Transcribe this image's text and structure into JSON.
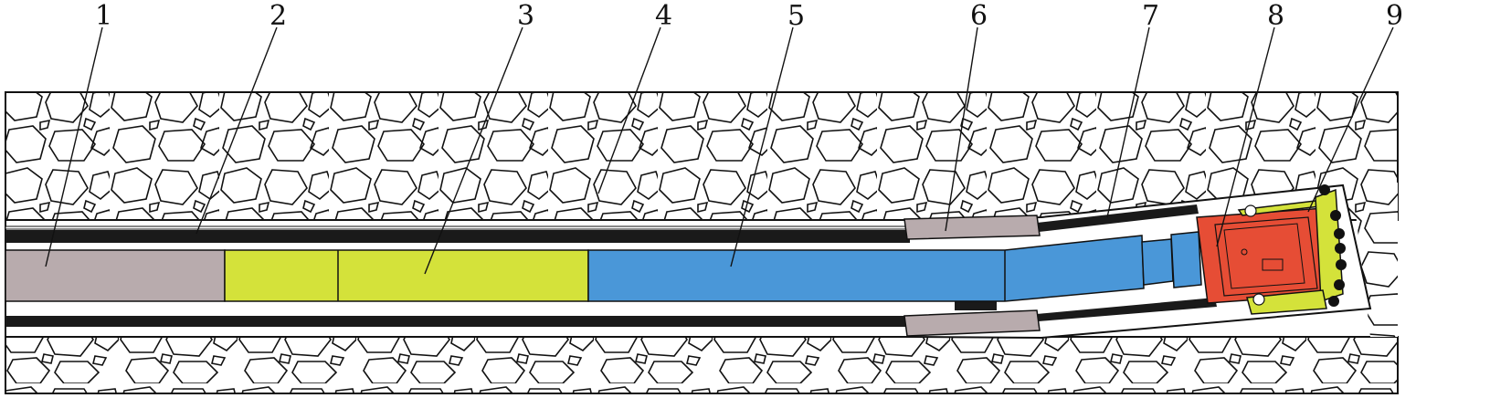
{
  "labels": [
    {
      "id": "1",
      "text": "1"
    },
    {
      "id": "2",
      "text": "2"
    },
    {
      "id": "3",
      "text": "3"
    },
    {
      "id": "4",
      "text": "4"
    },
    {
      "id": "5",
      "text": "5"
    },
    {
      "id": "6",
      "text": "6"
    },
    {
      "id": "7",
      "text": "7"
    },
    {
      "id": "8",
      "text": "8"
    },
    {
      "id": "9",
      "text": "9"
    }
  ],
  "colors": {
    "outline": "#111111",
    "rock_fill": "#ffffff",
    "casing": "#1a1a1a",
    "grey_rod": "#b8abad",
    "yellow_green": "#d4e23a",
    "blue_motor": "#4a97d8",
    "coupling_grey": "#b8abad",
    "red_head": "#e64d35",
    "bit_green": "#d4e23a",
    "button_black": "#111111"
  }
}
